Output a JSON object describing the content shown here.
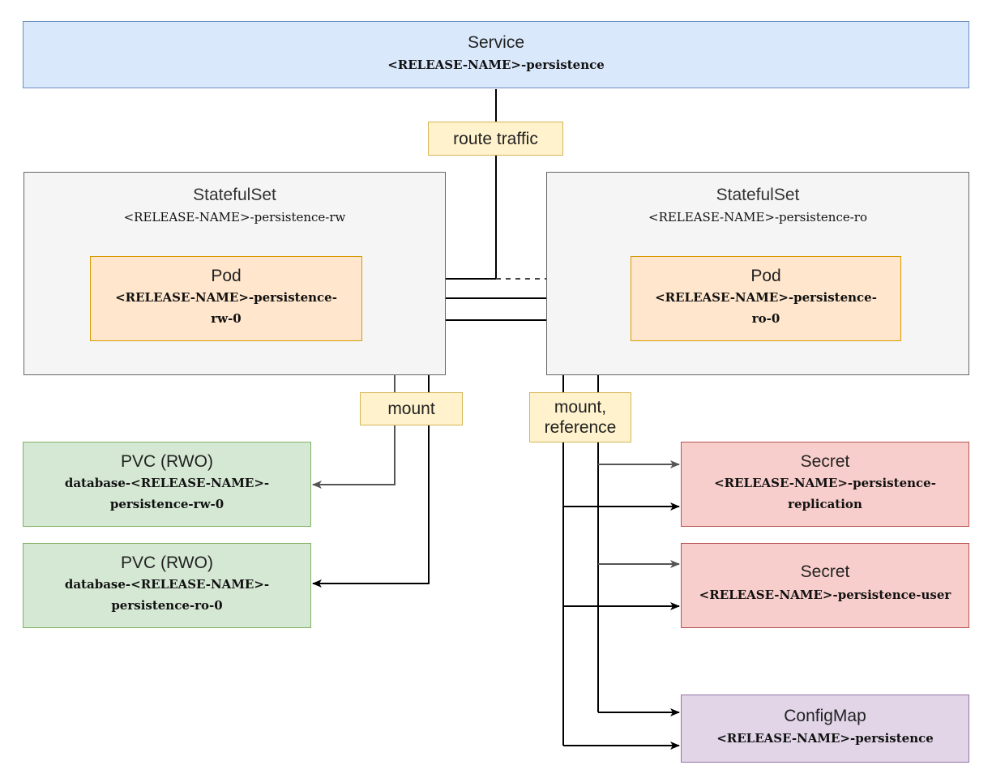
{
  "service": {
    "kind": "Service",
    "name": "<RELEASE-NAME>-persistence"
  },
  "statefulset_rw": {
    "kind": "StatefulSet",
    "name": "<RELEASE-NAME>-persistence-rw"
  },
  "statefulset_ro": {
    "kind": "StatefulSet",
    "name": "<RELEASE-NAME>-persistence-ro"
  },
  "pod_rw": {
    "kind": "Pod",
    "name_line1": "<RELEASE-NAME>-persistence-",
    "name_line2": "rw-0"
  },
  "pod_ro": {
    "kind": "Pod",
    "name_line1": "<RELEASE-NAME>-persistence-",
    "name_line2": "ro-0"
  },
  "pvc_rw": {
    "kind": "PVC (RWO)",
    "name_line1": "database-<RELEASE-NAME>-",
    "name_line2": "persistence-rw-0"
  },
  "pvc_ro": {
    "kind": "PVC (RWO)",
    "name_line1": "database-<RELEASE-NAME>-",
    "name_line2": "persistence-ro-0"
  },
  "secret_replication": {
    "kind": "Secret",
    "name_line1": "<RELEASE-NAME>-persistence-",
    "name_line2": "replication"
  },
  "secret_user": {
    "kind": "Secret",
    "name": "<RELEASE-NAME>-persistence-user"
  },
  "configmap": {
    "kind": "ConfigMap",
    "name": "<RELEASE-NAME>-persistence"
  },
  "labels": {
    "route_traffic": "route traffic",
    "mount": "mount",
    "mount_reference_1": "mount,",
    "mount_reference_2": "reference"
  },
  "colors": {
    "service_fill": "#dae8fc",
    "service_stroke": "#6c8ebf",
    "statefulset_fill": "#f5f5f5",
    "statefulset_stroke": "#666666",
    "pod_fill": "#ffe6cc",
    "pod_stroke": "#d79b00",
    "pvc_fill": "#d5e8d4",
    "pvc_stroke": "#82b366",
    "secret_fill": "#f8cecc",
    "secret_stroke": "#b85450",
    "configmap_fill": "#e1d5e7",
    "configmap_stroke": "#9673a6",
    "label_fill": "#fff2cc",
    "label_stroke": "#d6b656"
  }
}
